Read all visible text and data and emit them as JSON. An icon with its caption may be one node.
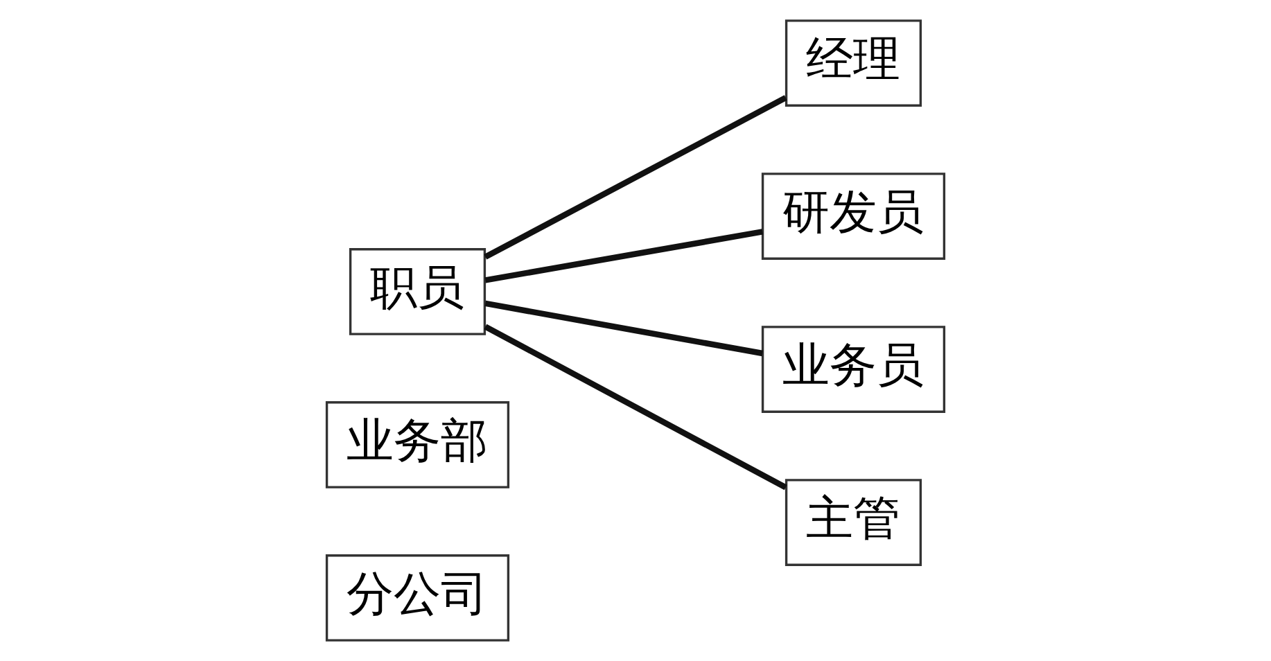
{
  "diagram": {
    "nodes": [
      {
        "text": [
          "分公司"
        ]
      },
      {
        "text": [
          "业务部"
        ]
      },
      {
        "text": [
          "职员"
        ]
      },
      {
        "text": [
          "经理"
        ]
      },
      {
        "text": [
          "研发员"
        ]
      },
      {
        "text": [
          "业务员"
        ]
      },
      {
        "text": [
          "主管"
        ]
      }
    ],
    "edges": [
      {
        "from": 2,
        "to": 3,
        "arrow": "none"
      },
      {
        "from": 2,
        "to": 4,
        "arrow": "none"
      },
      {
        "from": 2,
        "to": 5,
        "arrow": "none"
      },
      {
        "from": 2,
        "to": 6,
        "arrow": "none"
      }
    ]
  }
}
